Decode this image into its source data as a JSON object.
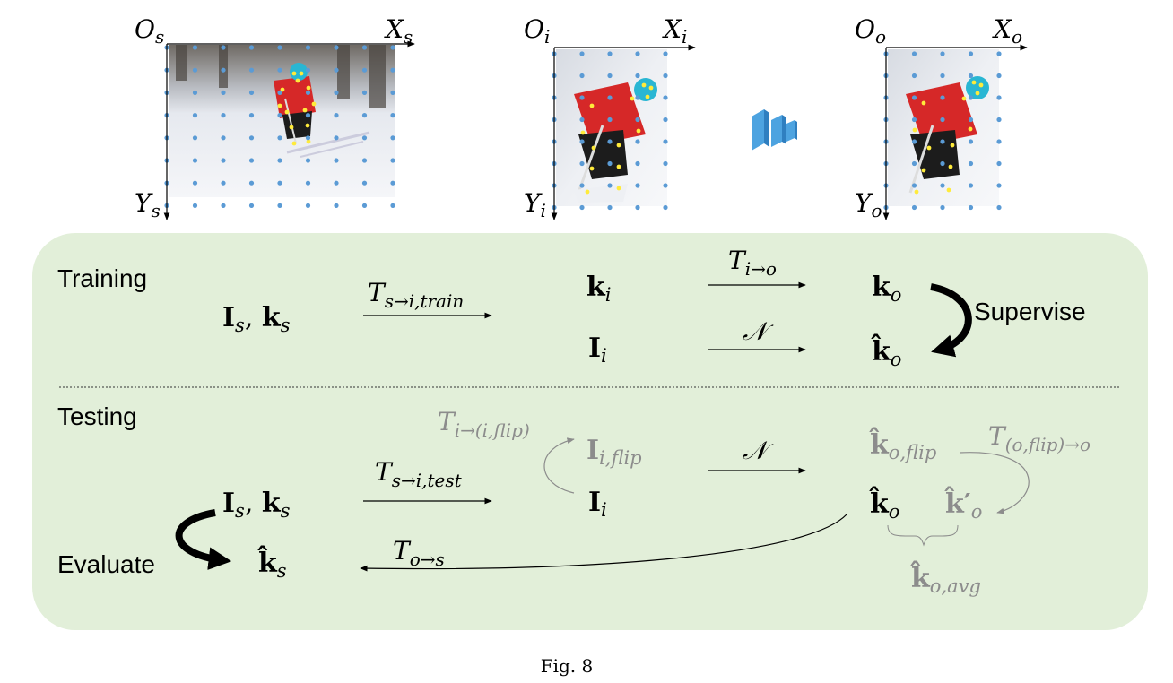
{
  "top_panels": {
    "source": {
      "origin": "O",
      "origin_sub": "s",
      "x_axis": "X",
      "x_sub": "s",
      "y_axis": "Y",
      "y_sub": "s"
    },
    "input": {
      "origin": "O",
      "origin_sub": "i",
      "x_axis": "X",
      "x_sub": "i",
      "y_axis": "Y",
      "y_sub": "i"
    },
    "output": {
      "origin": "O",
      "origin_sub": "o",
      "x_axis": "X",
      "x_sub": "o",
      "y_axis": "Y",
      "y_sub": "o"
    }
  },
  "training": {
    "section_label": "Training",
    "src_pair": {
      "I": "I",
      "I_sub": "s",
      "sep": ", ",
      "k": "k",
      "k_sub": "s"
    },
    "t_train": {
      "T": "T",
      "sub": "s→i,train"
    },
    "k_i": {
      "k": "k",
      "sub": "i"
    },
    "I_i": {
      "I": "I",
      "sub": "i"
    },
    "t_io": {
      "T": "T",
      "sub": "i→o"
    },
    "net": "𝒩",
    "k_o": {
      "k": "k",
      "sub": "o"
    },
    "k_hat_o": {
      "k": "k̂",
      "sub": "o"
    },
    "supervise": "Supervise"
  },
  "testing": {
    "section_label": "Testing",
    "t_flip_in": {
      "T": "T",
      "sub": "i→(i,flip)"
    },
    "I_flip": {
      "I": "I",
      "sub": "i,flip"
    },
    "t_test": {
      "T": "T",
      "sub": "s→i,test"
    },
    "src_pair": {
      "I": "I",
      "I_sub": "s",
      "sep": ", ",
      "k": "k",
      "k_sub": "s"
    },
    "I_i": {
      "I": "I",
      "sub": "i"
    },
    "net": "𝒩",
    "k_hat_flip": {
      "k": "k̂",
      "sub": "o,flip"
    },
    "t_flip_out": {
      "T": "T",
      "sub": "(o,flip)→o"
    },
    "k_hat_o": {
      "k": "k̂",
      "sub": "o"
    },
    "k_hat_prime": {
      "k": "k̂′",
      "sub": "o"
    },
    "k_hat_avg": {
      "k": "k̂",
      "sub": "o,avg"
    },
    "t_os": {
      "T": "T",
      "sub": "o→s"
    },
    "evaluate": "Evaluate",
    "k_hat_s": {
      "k": "k̂",
      "sub": "s"
    }
  },
  "caption": "Fig. 8",
  "colors": {
    "panel_fill": "#e2efd9",
    "grid_dot": "#5b9bd5",
    "keypoint": "#ffeb3b",
    "gray_text": "#8c8c8c",
    "network_block": "#4da3e0"
  }
}
